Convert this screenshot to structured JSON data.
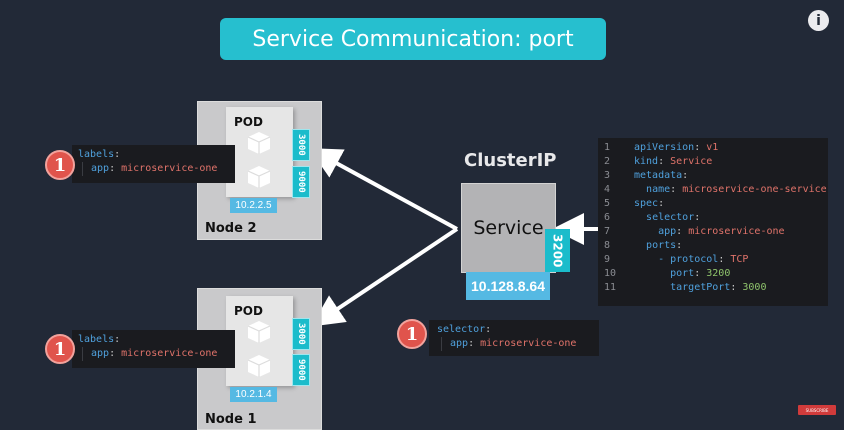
{
  "title": "Service Communication: port",
  "info_icon": "i",
  "nodes": [
    {
      "label": "Node 2",
      "pod_label": "POD",
      "ports": [
        "3000",
        "9000"
      ],
      "pod_ip": "10.2.2.5",
      "labels_snippet": {
        "line1_key": "labels",
        "line2_key": "app",
        "line2_value": "microservice-one"
      },
      "badge": "1"
    },
    {
      "label": "Node 1",
      "pod_label": "POD",
      "ports": [
        "3000",
        "9000"
      ],
      "pod_ip": "10.2.1.4",
      "labels_snippet": {
        "line1_key": "labels",
        "line2_key": "app",
        "line2_value": "microservice-one"
      },
      "badge": "1"
    }
  ],
  "service": {
    "type_label": "ClusterIP",
    "label": "Service",
    "port": "3200",
    "ip": "10.128.8.64",
    "selector_snippet": {
      "line1_key": "selector",
      "line2_key": "app",
      "line2_value": "microservice-one"
    },
    "badge": "1"
  },
  "yaml": {
    "lines": [
      {
        "num": "1",
        "indent": 0,
        "key": "apiVersion",
        "value": "v1",
        "vtype": "v"
      },
      {
        "num": "2",
        "indent": 0,
        "key": "kind",
        "value": "Service",
        "vtype": "v"
      },
      {
        "num": "3",
        "indent": 0,
        "key": "metadata",
        "value": "",
        "vtype": "v"
      },
      {
        "num": "4",
        "indent": 1,
        "key": "name",
        "value": "microservice-one-service",
        "vtype": "v"
      },
      {
        "num": "5",
        "indent": 0,
        "key": "spec",
        "value": "",
        "vtype": "v"
      },
      {
        "num": "6",
        "indent": 1,
        "key": "selector",
        "value": "",
        "vtype": "v"
      },
      {
        "num": "7",
        "indent": 2,
        "key": "app",
        "value": "microservice-one",
        "vtype": "v"
      },
      {
        "num": "8",
        "indent": 1,
        "key": "ports",
        "value": "",
        "vtype": "v"
      },
      {
        "num": "9",
        "indent": 2,
        "key": "- protocol",
        "value": "TCP",
        "vtype": "v"
      },
      {
        "num": "10",
        "indent": 3,
        "key": "port",
        "value": "3200",
        "vtype": "n"
      },
      {
        "num": "11",
        "indent": 3,
        "key": "targetPort",
        "value": "3000",
        "vtype": "n"
      }
    ]
  },
  "subscribe_label": "SUBSCRIBE"
}
